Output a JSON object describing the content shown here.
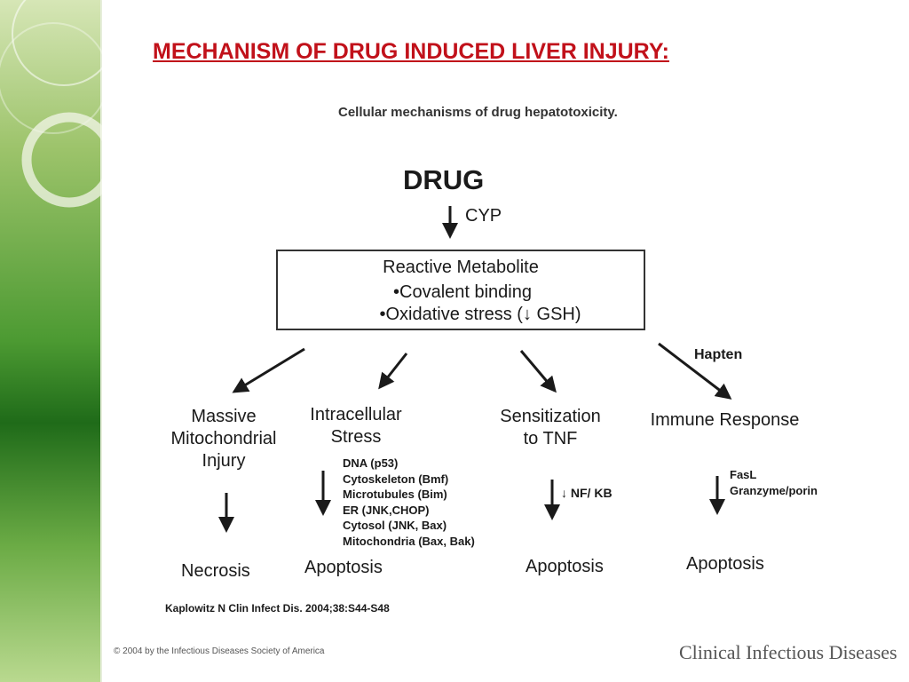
{
  "slide": {
    "title": "MECHANISM OF DRUG INDUCED LIVER INJURY:"
  },
  "figure": {
    "caption": "Cellular mechanisms of drug hepatotoxicity.",
    "drug": "DRUG",
    "cyp": "CYP",
    "metabolite": {
      "heading": "Reactive Metabolite",
      "line1": "•Covalent binding",
      "line2": "•Oxidative stress (↓ GSH)"
    },
    "hapten": "Hapten",
    "branches": [
      {
        "label_lines": [
          "Massive",
          "Mitochondrial",
          "Injury"
        ],
        "outcome": "Necrosis"
      },
      {
        "label_lines": [
          "Intracellular",
          "Stress"
        ],
        "details": [
          "DNA (p53)",
          "Cytoskeleton (Bmf)",
          "Microtubules (Bim)",
          "ER (JNK,CHOP)",
          "Cytosol (JNK, Bax)",
          "Mitochondria (Bax, Bak)"
        ],
        "outcome": "Apoptosis"
      },
      {
        "label_lines": [
          "Sensitization",
          "to TNF"
        ],
        "note": "↓ NF/ KB",
        "outcome": "Apoptosis"
      },
      {
        "label_lines": [
          "Immune Response"
        ],
        "details": [
          "FasL",
          "Granzyme/porin"
        ],
        "outcome": "Apoptosis"
      }
    ],
    "reference": "Kaplowitz N Clin Infect Dis. 2004;38:S44-S48"
  },
  "footer": {
    "copyright": "© 2004 by the Infectious Diseases Society of America",
    "journal": "Clinical Infectious Diseases"
  },
  "colors": {
    "title": "#c1111a",
    "sidebar_green": "#1f6b19"
  }
}
